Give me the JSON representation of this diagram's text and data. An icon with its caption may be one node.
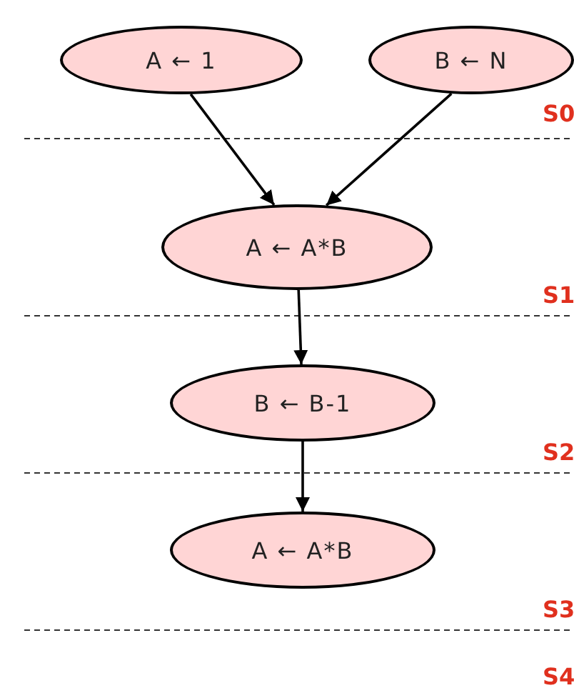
{
  "diagram": {
    "nodes": [
      {
        "text": [
          "A ← 1"
        ]
      },
      {
        "text": [
          "B ← N"
        ]
      },
      {
        "text": [
          "A ← A*B"
        ]
      },
      {
        "text": [
          "B ← B-1"
        ]
      },
      {
        "text": [
          "A ← A*B"
        ]
      }
    ],
    "edges": [
      {
        "from": 0,
        "to": 2,
        "arrow": "to"
      },
      {
        "from": 1,
        "to": 2,
        "arrow": "to"
      },
      {
        "from": 2,
        "to": 3,
        "arrow": "to"
      },
      {
        "from": 3,
        "to": 4,
        "arrow": "to"
      }
    ],
    "labels": [
      "S0",
      "S1",
      "S2",
      "S3",
      "S4"
    ]
  }
}
